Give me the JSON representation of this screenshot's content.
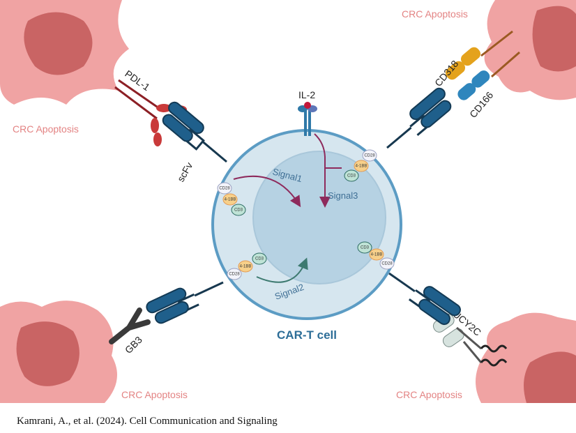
{
  "labels": {
    "crc": [
      "CRC Apoptosis",
      "CRC Apoptosis",
      "CRC Apoptosis",
      "CRC Apoptosis"
    ],
    "pdl1": "PDL-1",
    "scfv": "scFv",
    "il2": "IL-2",
    "cd318": "CD318",
    "cd166": "CD166",
    "gb3": "GB3",
    "gucy2c": "GUCY2C",
    "signal1": "Signal1",
    "signal2": "Signal2",
    "signal3": "Signal3",
    "cd28": "CD28",
    "bb": "4-1BB",
    "cd3": "CD3",
    "cell": "CAR-T cell"
  },
  "citation": "Kamrani, A., et al. (2024). Cell Communication and Signaling",
  "colors": {
    "tumor": "#f0a3a3",
    "tumor_nucleus": "#c96464",
    "cell": "#d6e6ef",
    "nucleus": "#b6d2e3",
    "membrane": "#5c9cc4",
    "car": "#1f5f8b",
    "signal": "#8e2a5c",
    "crc_text": "#e38383"
  }
}
